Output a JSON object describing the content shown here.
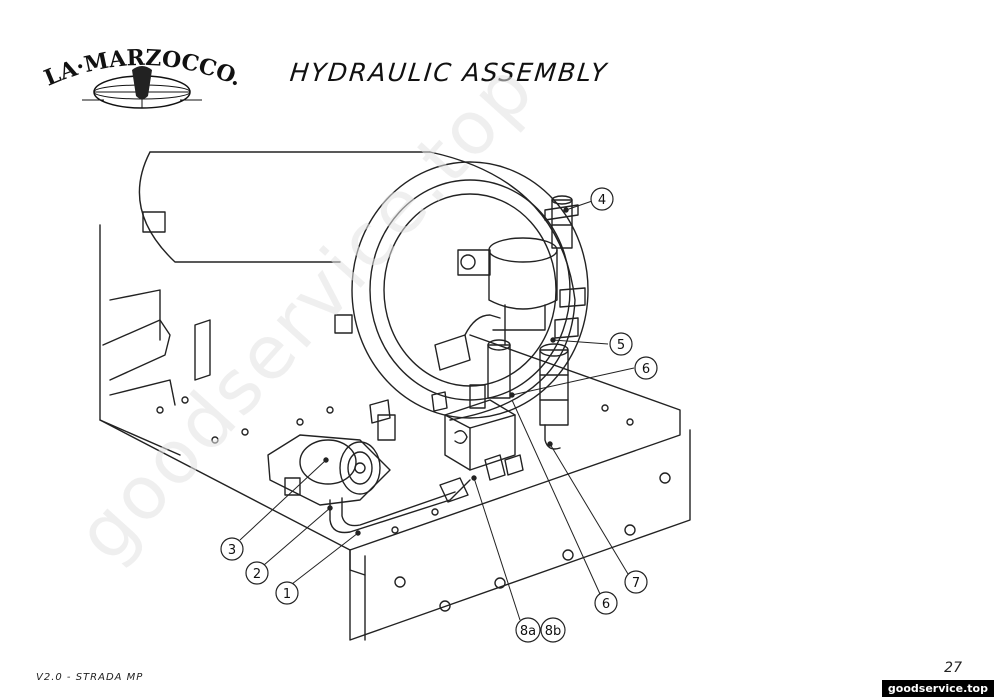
{
  "header": {
    "brand": "LA MARZOCCO",
    "title": "HYDRAULIC ASSEMBLY"
  },
  "watermark": "goodservice.top",
  "callouts": [
    "1",
    "2",
    "3",
    "4",
    "5",
    "6",
    "6",
    "7",
    "8a",
    "8b"
  ],
  "footer": {
    "model": "V2.0 - STRADA MP",
    "page_number": "27",
    "site": "goodservice.top"
  }
}
